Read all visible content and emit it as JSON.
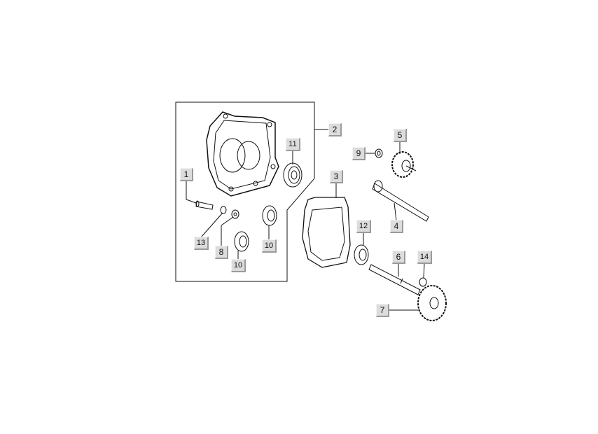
{
  "diagram": {
    "callouts": [
      "1",
      "2",
      "3",
      "4",
      "5",
      "6",
      "7",
      "8",
      "9",
      "10",
      "10",
      "11",
      "12",
      "13",
      "14"
    ]
  }
}
